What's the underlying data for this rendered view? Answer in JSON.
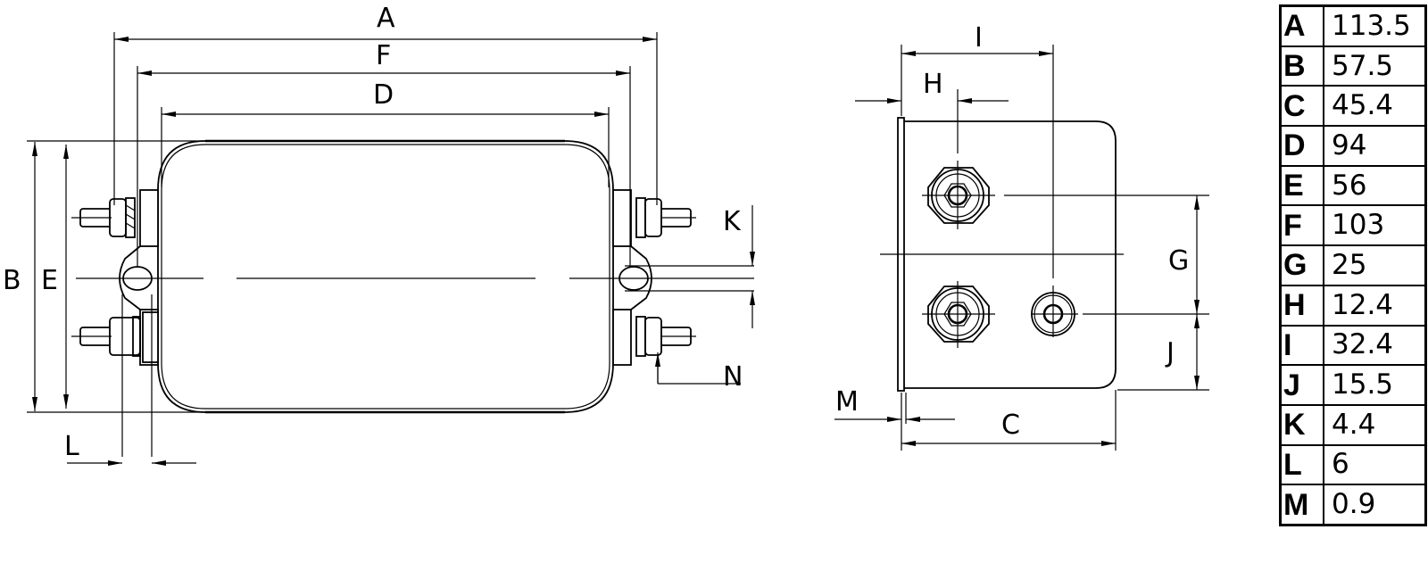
{
  "labels": {
    "A": "A",
    "B": "B",
    "C": "C",
    "D": "D",
    "E": "E",
    "F": "F",
    "G": "G",
    "H": "H",
    "I": "I",
    "J": "J",
    "K": "K",
    "L": "L",
    "M": "M",
    "N": "N"
  },
  "dimension_table": [
    {
      "key": "A",
      "value": "113.5"
    },
    {
      "key": "B",
      "value": "57.5"
    },
    {
      "key": "C",
      "value": "45.4"
    },
    {
      "key": "D",
      "value": "94"
    },
    {
      "key": "E",
      "value": "56"
    },
    {
      "key": "F",
      "value": "103"
    },
    {
      "key": "G",
      "value": "25"
    },
    {
      "key": "H",
      "value": "12.4"
    },
    {
      "key": "I",
      "value": "32.4"
    },
    {
      "key": "J",
      "value": "15.5"
    },
    {
      "key": "K",
      "value": "4.4"
    },
    {
      "key": "L",
      "value": "6"
    },
    {
      "key": "M",
      "value": "0.9"
    }
  ]
}
